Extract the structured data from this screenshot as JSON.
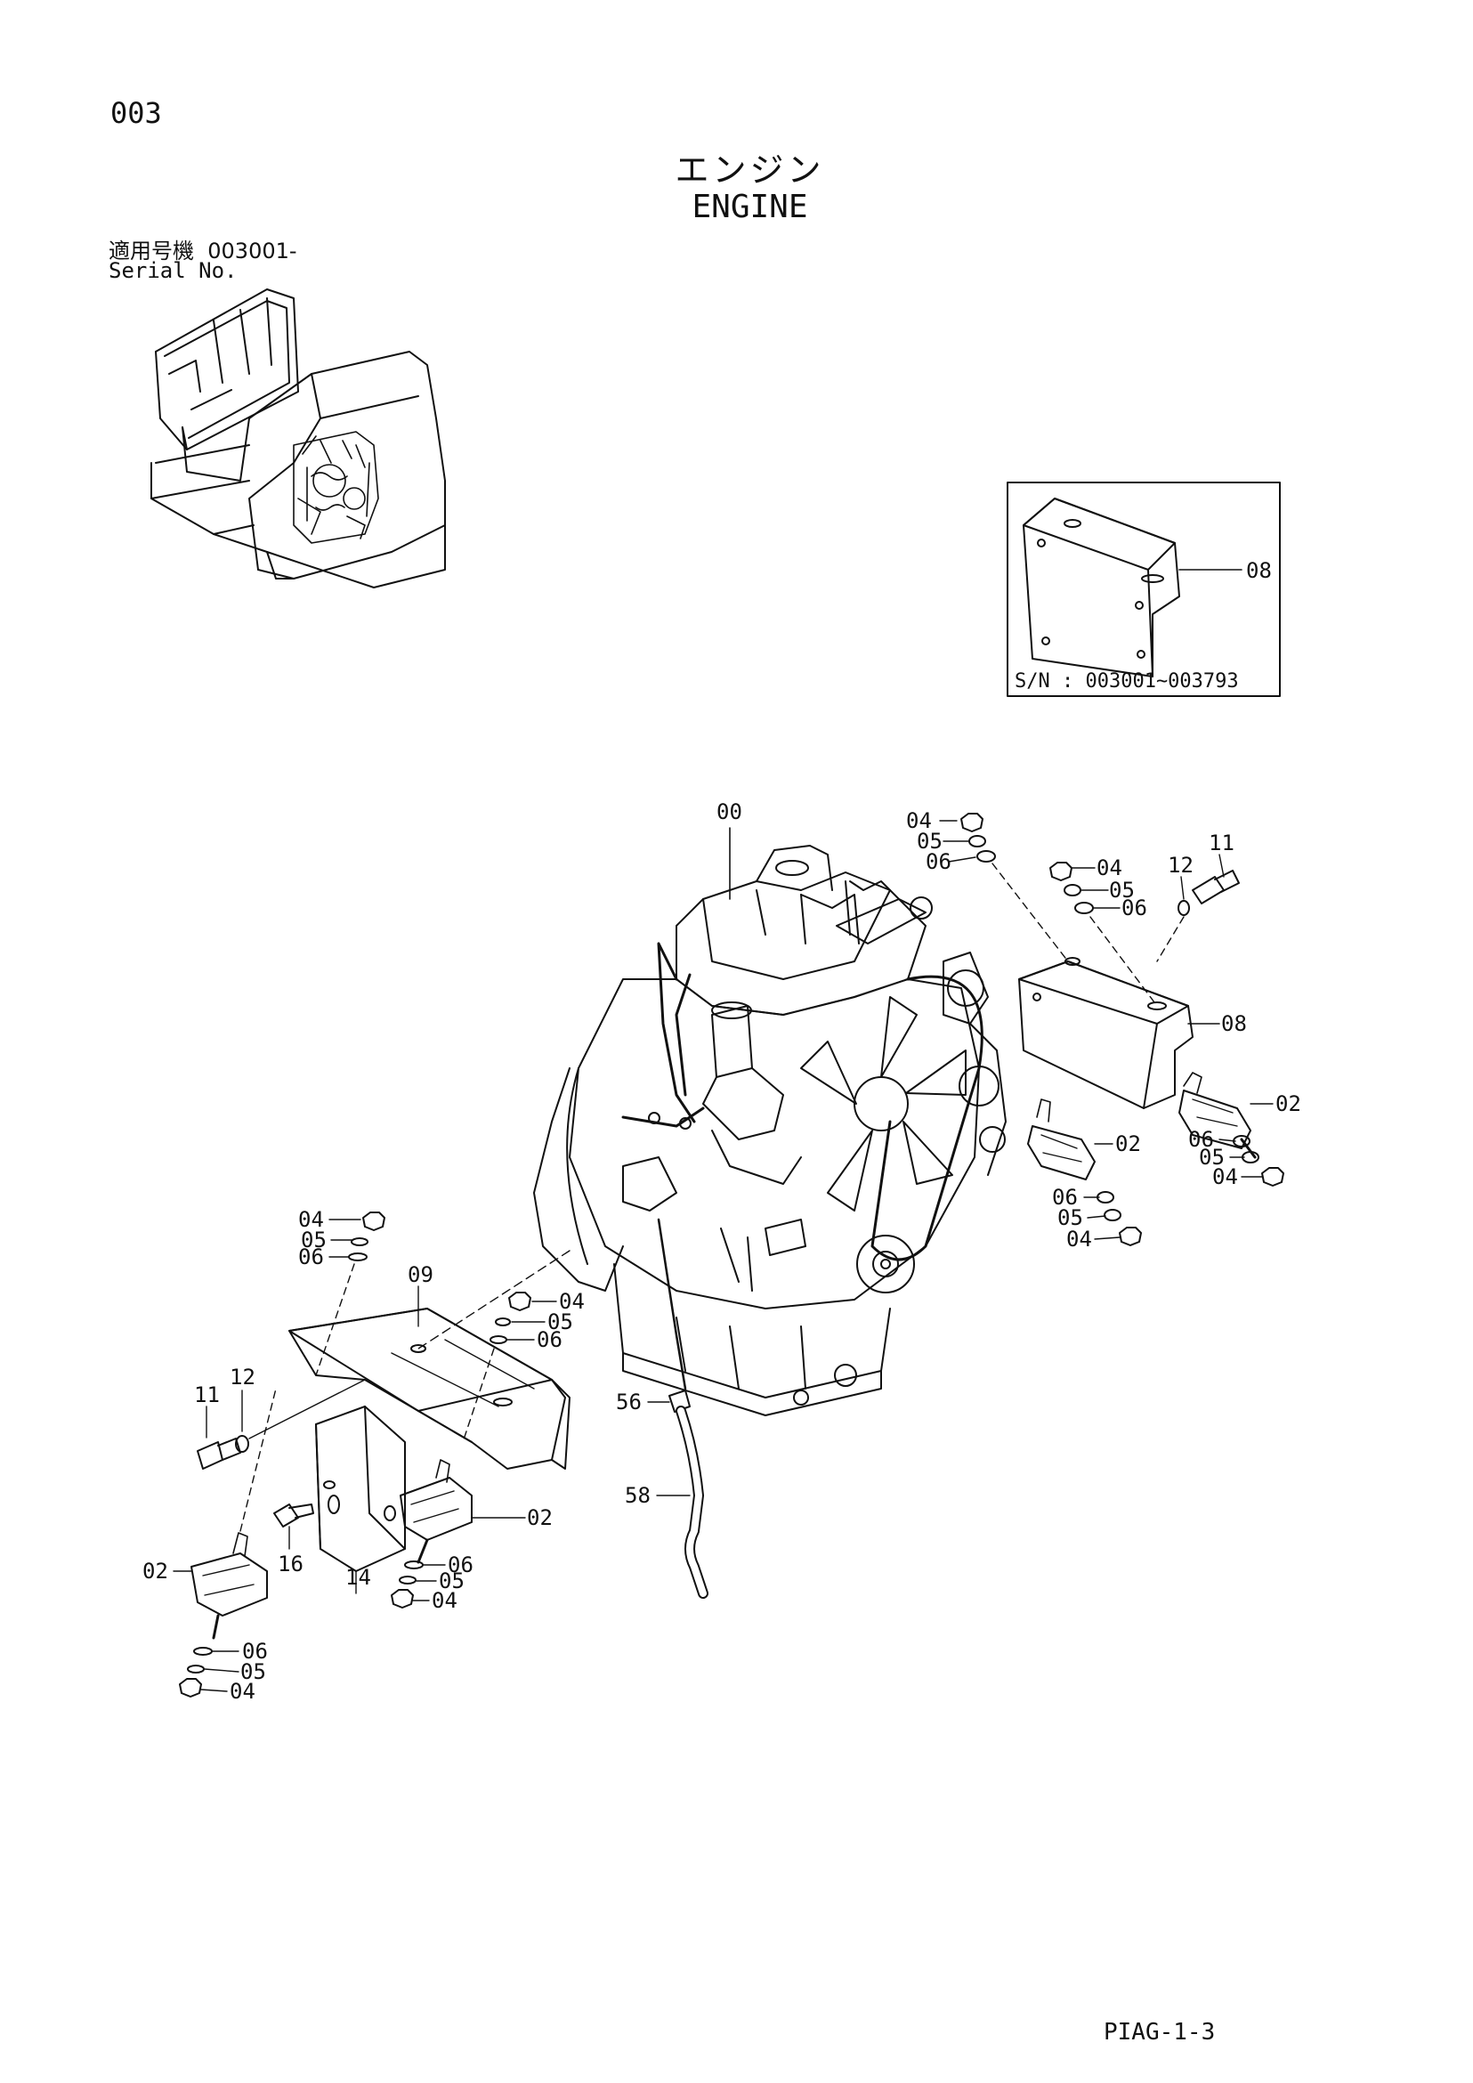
{
  "header": {
    "page_code": "003",
    "title_jp": "エンジン",
    "title_en": "ENGINE",
    "serial_label_jp": "適用号機",
    "serial_value": "003001-",
    "serial_label_en": "Serial No."
  },
  "inset": {
    "part": "08",
    "caption": "S/N : 003001~003793"
  },
  "callouts": {
    "c00": "00",
    "c04a": "04",
    "c05a": "05",
    "c06a": "06",
    "c04b": "04",
    "c05b": "05",
    "c06b": "06",
    "c12a": "12",
    "c11a": "11",
    "c08": "08",
    "c02a": "02",
    "c02b": "02",
    "c06c": "06",
    "c05c": "05",
    "c04c": "04",
    "c06d": "06",
    "c05d": "05",
    "c04d": "04",
    "c04e": "04",
    "c05e": "05",
    "c06e": "06",
    "c09": "09",
    "c04f": "04",
    "c05f": "05",
    "c06f": "06",
    "c11b": "11",
    "c12b": "12",
    "c56": "56",
    "c58": "58",
    "c02c": "02",
    "c16": "16",
    "c14": "14",
    "c02d": "02",
    "c06g": "06",
    "c05g": "05",
    "c04g": "04",
    "c06h": "06",
    "c05h": "05",
    "c04h": "04"
  },
  "footer": {
    "code": "PIAG-1-3"
  }
}
